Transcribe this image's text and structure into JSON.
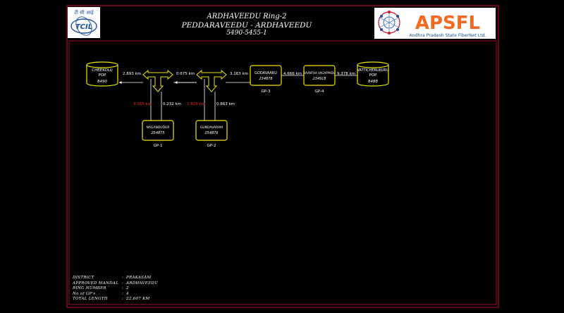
{
  "header": {
    "line1": "ARDHAVEEDU Ring-2",
    "line2": "PEDDARAVEEDU - ARDHAVEEDU",
    "line3": "5490-5455-1"
  },
  "logo_right": {
    "brand": "APSFL",
    "tagline": "Andhra Pradesh State FiberNet Ltd."
  },
  "logo_left": {
    "brand": "TCIL"
  },
  "colors": {
    "frame": "#c8102e",
    "node_border": "#f0e600",
    "link": "#ffffff",
    "red_distance": "#ff2020",
    "apsfl_orange": "#f26a21",
    "tcil_blue": "#1a4fa0"
  },
  "nodes": {
    "pop_left": {
      "name": "CHEEKOLU",
      "type": "POP",
      "code": "8490"
    },
    "gp1": {
      "name": "NAGANDUDUR",
      "code": "254875",
      "label": "GP-1"
    },
    "gp2": {
      "name": "GUNDAVARAM",
      "code": "254876",
      "label": "GP-2"
    },
    "gp3": {
      "name": "GODAVAARU",
      "code": "234878",
      "label": "GP-3"
    },
    "gp4": {
      "name": "SAANTHA VAGAPPADU",
      "code": "234918",
      "label": "GP-4"
    },
    "pop_right": {
      "name": "VATTICHERUKURU",
      "type": "POP",
      "code": "8488"
    }
  },
  "distances": {
    "d1": "2.893 km",
    "d2": "0.675 km",
    "d3": "3.163 km",
    "d4": "4.666 km",
    "d5": "9.378 km",
    "gp1_red": "3.165 km",
    "gp1_white": "0.232 km",
    "gp2_red": "1.825 km",
    "gp2_white": "0.863 km"
  },
  "info": {
    "rows": [
      {
        "key": "DISTRICT",
        "value": "PRAKASAM"
      },
      {
        "key": "APPROVED MANDAL",
        "value": "ARDHAVEEDU"
      },
      {
        "key": "RING NUMBER",
        "value": "2"
      },
      {
        "key": "No of GP's",
        "value": "4"
      },
      {
        "key": "TOTAL LENGTH",
        "value": "22.607 KM"
      }
    ],
    "colon": ":"
  }
}
